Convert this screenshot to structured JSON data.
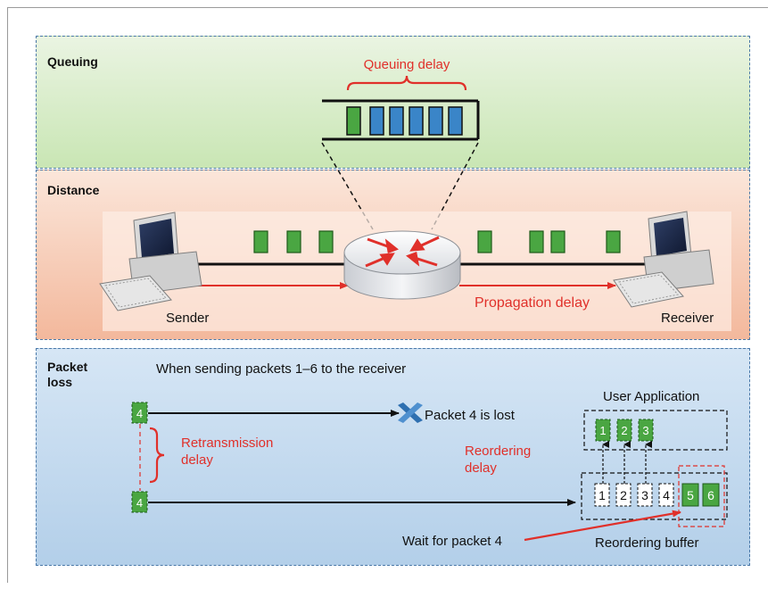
{
  "panels": {
    "queuing": "Queuing",
    "distance": "Distance",
    "packet_loss": "Packet loss"
  },
  "labels": {
    "queuing_delay": "Queuing delay",
    "sender": "Sender",
    "receiver": "Receiver",
    "propagation_delay": "Propagation delay",
    "sending_note": "When sending packets 1–6  to the receiver",
    "user_application": "User Application",
    "packet_lost": "Packet 4 is lost",
    "retransmission_delay_1": "Retransmission",
    "retransmission_delay_2": "delay",
    "reordering_delay_1": "Reordering",
    "reordering_delay_2": "delay",
    "wait_for_packet": "Wait for packet 4",
    "reordering_buffer": "Reordering buffer"
  },
  "packets": {
    "sent": "4",
    "retransmitted": "4",
    "delivered": [
      "1",
      "2",
      "3"
    ],
    "buffer": [
      "1",
      "2",
      "3",
      "4",
      "5",
      "6"
    ]
  },
  "colors": {
    "packet_green": "#4aa642",
    "queue_blue": "#3a85c8",
    "delay_red": "#e0302a",
    "panel_border": "#4a78a8"
  },
  "icons": {
    "computer": "desktop-computer-icon",
    "router": "router-icon",
    "lost": "x-mark-icon"
  }
}
